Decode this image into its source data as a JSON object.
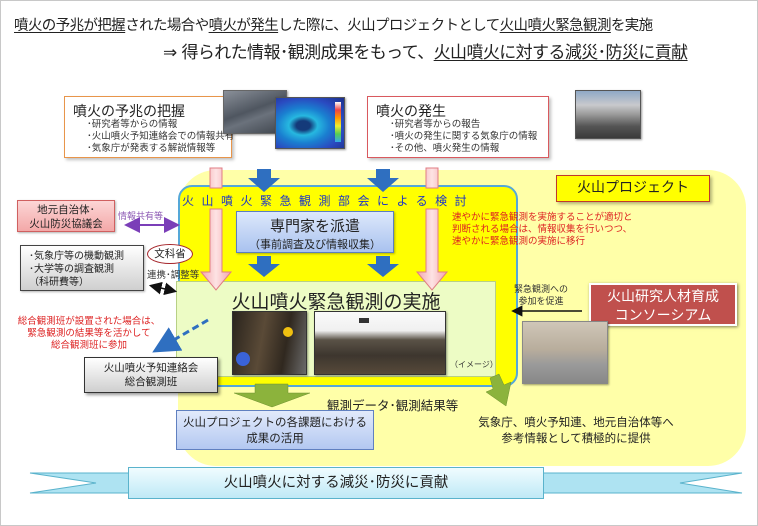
{
  "header": {
    "line1_parts": [
      {
        "text": "噴火の予兆が把握",
        "underline": true
      },
      {
        "text": "された場合や",
        "underline": false
      },
      {
        "text": "噴火が発生",
        "underline": true
      },
      {
        "text": "した際に、火山プロジェクトとして",
        "underline": false
      },
      {
        "text": "火山噴火緊急観測",
        "underline": true
      },
      {
        "text": "を実施",
        "underline": false
      }
    ],
    "line2_parts": [
      {
        "text": "⇒ 得られた情報･観測成果をもって、",
        "underline": false
      },
      {
        "text": "火山噴火に対する減災･防災に貢献",
        "underline": true
      }
    ]
  },
  "triggers": {
    "sign": {
      "title": "噴火の予兆の把握",
      "items": [
        "･研究者等からの情報",
        "･火山噴火予知連絡会での情報共有",
        "･気象庁が発表する解説情報等"
      ]
    },
    "eruption": {
      "title": "噴火の発生",
      "items": [
        "･研究者等からの報告",
        "･噴火の発生に関する気象庁の情報",
        "･その他、噴火発生の情報"
      ]
    }
  },
  "project": {
    "label": "火山プロジェクト",
    "committee": "火山噴火緊急観測部会による検討",
    "expert": {
      "title": "専門家を派遣",
      "subtitle": "（事前調査及び情報収集）"
    },
    "urgent_note": [
      "速やかに緊急観測を実施することが適切と",
      "判断される場合は、情報収集を行いつつ、",
      "速やかに緊急観測の実施に移行"
    ],
    "execution": {
      "title": "火山噴火緊急観測の実施",
      "image_note": "（イメージ）"
    },
    "consortium": {
      "title_line1": "火山研究人材育成",
      "title_line2": "コンソーシアム"
    },
    "promote_note": [
      "緊急観測への",
      "参加を促進"
    ]
  },
  "left": {
    "local_gov": [
      "地元自治体･",
      "火山防災協議会"
    ],
    "info_share": "情報共有等",
    "mext": "文科省",
    "coordination": "連携･調整等",
    "other_obs": [
      "･気象庁等の機動観測",
      "･大学等の調査観測",
      "（科研費等）"
    ],
    "joint_note": [
      "総合観測班が設置された場合は、",
      "緊急観測の結果等を活かして",
      "総合観測班に参加"
    ],
    "joint_team": [
      "火山噴火予知連絡会",
      "総合観測班"
    ]
  },
  "outputs": {
    "data_label": "観測データ･観測結果等",
    "results": [
      "火山プロジェクトの各課題における",
      "成果の活用"
    ],
    "provide": [
      "気象庁、噴火予知連、地元自治体等へ",
      "参考情報として積極的に提供"
    ]
  },
  "banner": "火山噴火に対する減災･防災に貢献",
  "colors": {
    "project_bg": "#ffff99",
    "inner_bg": "#ffff00",
    "inner_border": "#55a8d8",
    "urgent_text": "#dd2222",
    "committee_text": "#1c35c8",
    "consortium_bg": "#c0504d",
    "blue_arrow": "#2f6fc0",
    "green_arrow": "#8cb33c",
    "pink_arrow": "#f6b8bc"
  }
}
